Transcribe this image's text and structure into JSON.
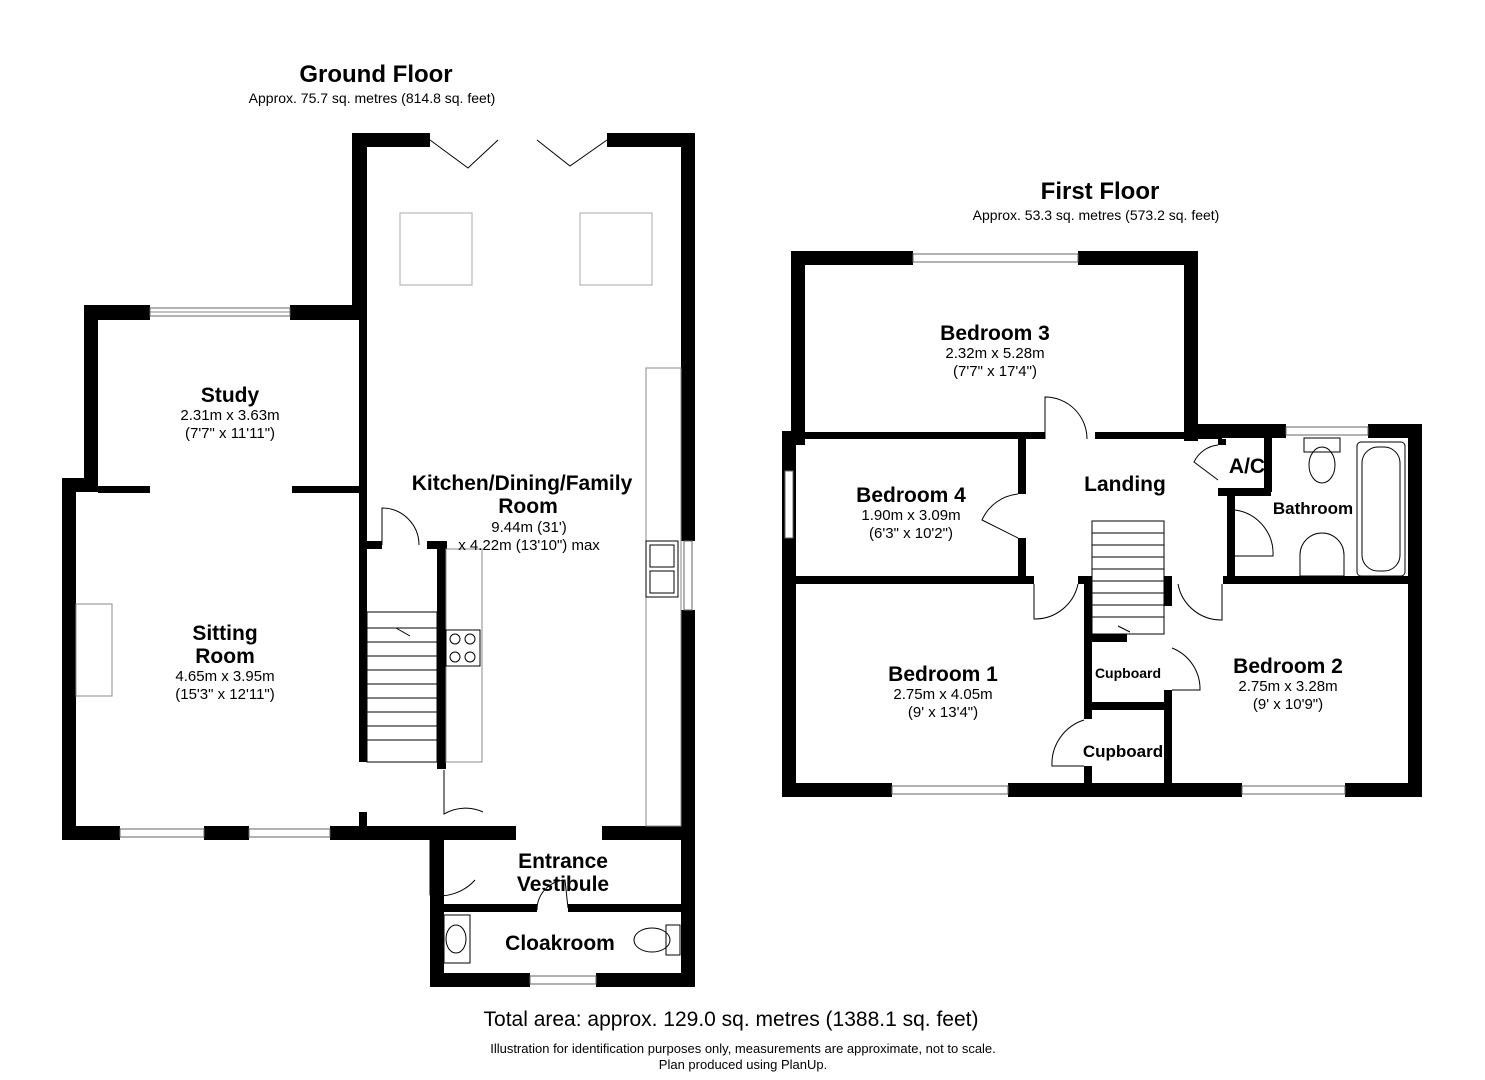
{
  "ground_floor": {
    "title": "Ground Floor",
    "area": "Approx. 75.7 sq. metres (814.8 sq. feet)",
    "rooms": {
      "study": {
        "name": "Study",
        "dim": "2.31m x 3.63m",
        "imperial": "(7'7\" x 11'11\")"
      },
      "sitting": {
        "name_1": "Sitting",
        "name_2": "Room",
        "dim": "4.65m x 3.95m",
        "imperial": "(15'3\" x 12'11\")"
      },
      "kitchen": {
        "name_1": "Kitchen/Dining/Family",
        "name_2": "Room",
        "dim_1": "9.44m (31')",
        "dim_2": "x 4.22m (13'10\") max"
      },
      "entrance": {
        "name_1": "Entrance",
        "name_2": "Vestibule"
      },
      "cloakroom": {
        "name": "Cloakroom"
      }
    }
  },
  "first_floor": {
    "title": "First Floor",
    "area": "Approx. 53.3 sq. metres (573.2 sq. feet)",
    "rooms": {
      "bedroom3": {
        "name": "Bedroom 3",
        "dim": "2.32m x 5.28m",
        "imperial": "(7'7\" x 17'4\")"
      },
      "bedroom4": {
        "name": "Bedroom 4",
        "dim": "1.90m x 3.09m",
        "imperial": "(6'3\" x 10'2\")"
      },
      "landing": {
        "name": "Landing"
      },
      "ac": {
        "name": "A/C"
      },
      "bathroom": {
        "name": "Bathroom"
      },
      "bedroom1": {
        "name": "Bedroom 1",
        "dim": "2.75m x 4.05m",
        "imperial": "(9' x 13'4\")"
      },
      "bedroom2": {
        "name": "Bedroom 2",
        "dim": "2.75m x 3.28m",
        "imperial": "(9' x 10'9\")"
      },
      "cupboard1": {
        "name": "Cupboard"
      },
      "cupboard2": {
        "name": "Cupboard"
      }
    }
  },
  "footer": {
    "total": "Total area: approx. 129.0 sq. metres (1388.1 sq. feet)",
    "disclaimer_1": "Illustration for identification purposes only, measurements are approximate, not to scale.",
    "disclaimer_2": "Plan produced using PlanUp."
  }
}
